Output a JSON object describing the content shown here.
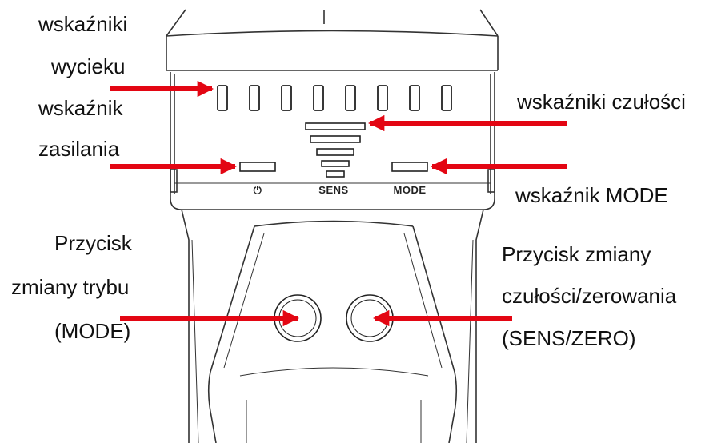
{
  "labels": {
    "leak_line1": "wskaźniki",
    "leak_line2": "wycieku",
    "power_line1": "wskaźnik",
    "power_line2": "zasilania",
    "sensitivity": "wskaźniki czułości",
    "mode_indicator": "wskaźnik MODE",
    "mode_btn_line1": "Przycisk",
    "mode_btn_line2": "zmiany trybu",
    "mode_btn_line3": "(MODE)",
    "sens_btn_line1": "Przycisk zmiany",
    "sens_btn_line2": "czułości/zerowania",
    "sens_btn_line3": "(SENS/ZERO)"
  },
  "panel": {
    "power_symbol": "⏻",
    "sens_text": "SENS",
    "mode_text": "MODE"
  },
  "colors": {
    "arrow": "#e30613",
    "line": "#333333"
  }
}
